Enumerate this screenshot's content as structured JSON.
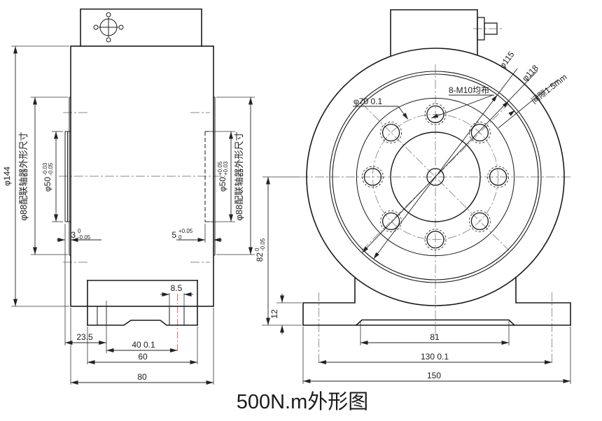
{
  "title": {
    "text": "500N.m外形图",
    "color": "#2323dd"
  },
  "left_view": {
    "dim_phi144": "φ144",
    "dim_phi88_left": "φ88配联轴器外形尺寸",
    "dim_phi88_right": "φ88配联轴器外形尺寸",
    "dim_phi50_left": {
      "main": "φ50",
      "tol_top": "-0.03",
      "tol_bottom": "-0.05"
    },
    "dim_phi50_right": {
      "main": "φ50",
      "tol_top": "+0.05",
      "tol_bottom": "+0.03"
    },
    "dim_3": {
      "main": "3",
      "tol_top": "0",
      "tol_bottom": "-0.05"
    },
    "dim_5": {
      "main": "5",
      "tol_top": "+0.05",
      "tol_bottom": "0"
    },
    "dim_8_5": "8.5",
    "dim_23_5": "23.5",
    "dim_40": "40 0.1",
    "dim_60": "60",
    "dim_80": "80"
  },
  "right_view": {
    "dim_phi115": "φ115",
    "dim_phi118": "φ118",
    "gap_label": "间隙1.5mm",
    "bolt_label": "8-M10均布",
    "dim_phi70": "φ70 0.1",
    "dim_82": {
      "main": "82",
      "tol_top": "0",
      "tol_bottom": "-0.05"
    },
    "dim_12": "12",
    "dim_81": "81",
    "dim_130": "130 0.1",
    "dim_150": "150"
  }
}
